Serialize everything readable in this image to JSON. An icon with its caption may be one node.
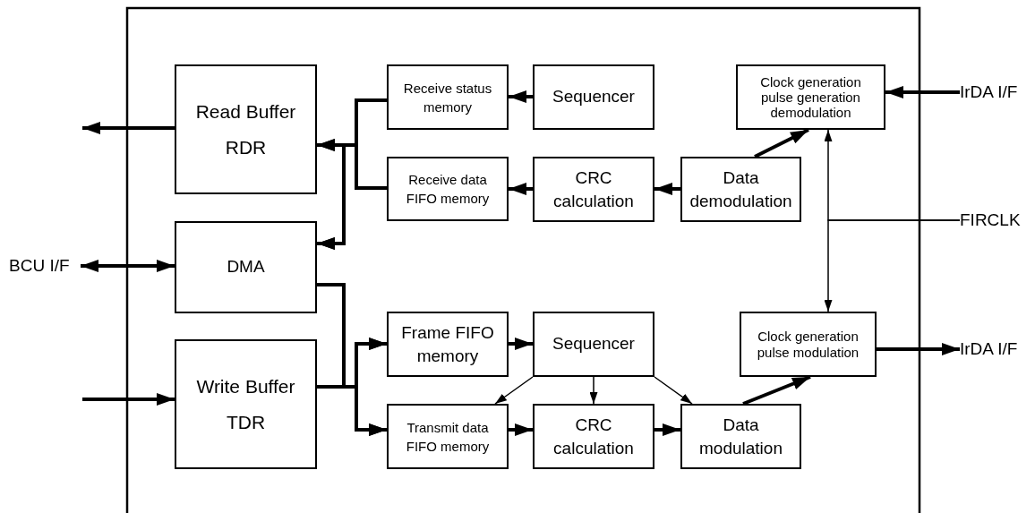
{
  "diagram": {
    "nodes": [
      {
        "text": [
          "Read Buffer RDR"
        ]
      },
      {
        "text": [
          "Receive status memory"
        ]
      },
      {
        "text": [
          "Sequencer"
        ]
      },
      {
        "text": [
          "Clock generation pulse generation demodulation"
        ]
      },
      {
        "text": [
          "IrDA I/F"
        ]
      },
      {
        "text": [
          "Receive data FIFO memory"
        ]
      },
      {
        "text": [
          "CRC calculation"
        ]
      },
      {
        "text": [
          "Data demodulation"
        ]
      },
      {
        "text": [
          "FIRCLK"
        ]
      },
      {
        "text": [
          "BCU I/F"
        ]
      },
      {
        "text": [
          "DMA"
        ]
      },
      {
        "text": [
          "Frame FIFO memory"
        ]
      },
      {
        "text": [
          "Sequencer"
        ]
      },
      {
        "text": [
          "Clock generation pulse modulation"
        ]
      },
      {
        "text": [
          "IrDA I/F"
        ]
      },
      {
        "text": [
          "Write Buffer TDR"
        ]
      },
      {
        "text": [
          "Transmit data FIFO memory"
        ]
      },
      {
        "text": [
          "CRC calculation"
        ]
      },
      {
        "text": [
          "Data modulation"
        ]
      }
    ],
    "edges": [
      {
        "from": 0,
        "to": null,
        "arrow": "to"
      },
      {
        "from": 9,
        "to": 10,
        "arrow": "both"
      },
      {
        "from": null,
        "to": 15,
        "arrow": "to"
      },
      {
        "from": 1,
        "to": 0,
        "arrow": "to"
      },
      {
        "from": 1,
        "to": 10,
        "arrow": "to"
      },
      {
        "from": 5,
        "to": 0,
        "arrow": "to"
      },
      {
        "from": 5,
        "to": 10,
        "arrow": "to"
      },
      {
        "from": 2,
        "to": 1,
        "arrow": "to"
      },
      {
        "from": 6,
        "to": 5,
        "arrow": "to"
      },
      {
        "from": 7,
        "to": 6,
        "arrow": "to"
      },
      {
        "from": 7,
        "to": 3,
        "arrow": "to"
      },
      {
        "from": 4,
        "to": 3,
        "arrow": "to"
      },
      {
        "from": 8,
        "to": 3,
        "arrow": "to"
      },
      {
        "from": 8,
        "to": 13,
        "arrow": "to"
      },
      {
        "from": 10,
        "to": 11,
        "arrow": "to"
      },
      {
        "from": 10,
        "to": 16,
        "arrow": "to"
      },
      {
        "from": 15,
        "to": 11,
        "arrow": "to"
      },
      {
        "from": 15,
        "to": 16,
        "arrow": "to"
      },
      {
        "from": 11,
        "to": 12,
        "arrow": "to"
      },
      {
        "from": 12,
        "to": 16,
        "arrow": "to"
      },
      {
        "from": 12,
        "to": 17,
        "arrow": "to"
      },
      {
        "from": 12,
        "to": 18,
        "arrow": "to"
      },
      {
        "from": 16,
        "to": 17,
        "arrow": "to"
      },
      {
        "from": 17,
        "to": 18,
        "arrow": "to"
      },
      {
        "from": 18,
        "to": 13,
        "arrow": "to"
      },
      {
        "from": 13,
        "to": 14,
        "arrow": "to"
      }
    ]
  }
}
